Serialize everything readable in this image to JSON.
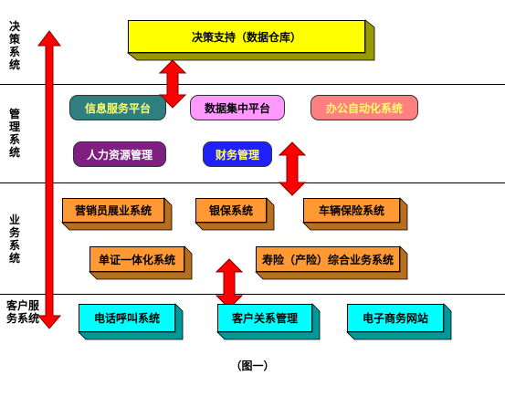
{
  "layers": {
    "decision": "决策系统",
    "management": "管理系统",
    "business": "业务系统",
    "service": "客户服务系统"
  },
  "boxes": {
    "decision_support": "决策支持（数据仓库）",
    "info_service": "信息服务平台",
    "data_center": "数据集中平台",
    "office_auto": "办公自动化系统",
    "hr_mgmt": "人力资源管理",
    "finance_mgmt": "财务管理",
    "marketing": "营销员展业系统",
    "bancassurance": "银保系统",
    "vehicle_ins": "车辆保险系统",
    "single_cert": "单证一体化系统",
    "life_pc": "寿险（产险）综合业务系统",
    "call_center": "电话呼叫系统",
    "crm": "客户关系管理",
    "ecommerce": "电子商务网站"
  },
  "caption": "（图一）",
  "colors": {
    "yellow": "#ffff00",
    "teal": "#2f7f80",
    "pink": "#ff99ff",
    "salmon": "#ff8080",
    "purple": "#7f1f7f",
    "blue": "#1f1fff",
    "orange": "#ff9933",
    "cyan": "#00ffff",
    "arrow_red": "#ff0000"
  }
}
